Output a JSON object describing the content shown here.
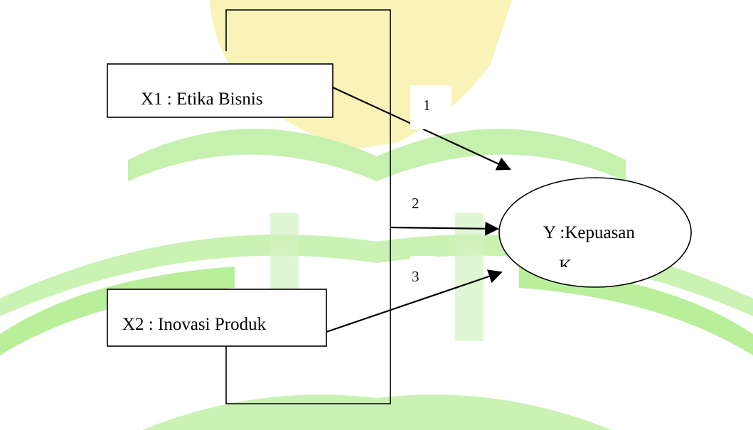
{
  "diagram": {
    "variables": {
      "x1": "X1 : Etika Bisnis",
      "x2": "X2 : Inovasi Produk",
      "y": "Y :Kepuasan",
      "y_cut": "K"
    },
    "paths": {
      "p1": "1",
      "p2": "2",
      "p3": "3"
    }
  },
  "colors": {
    "watermark_green": "#b9ef9a",
    "watermark_yellow": "#f7f0a6",
    "line": "#000000"
  }
}
